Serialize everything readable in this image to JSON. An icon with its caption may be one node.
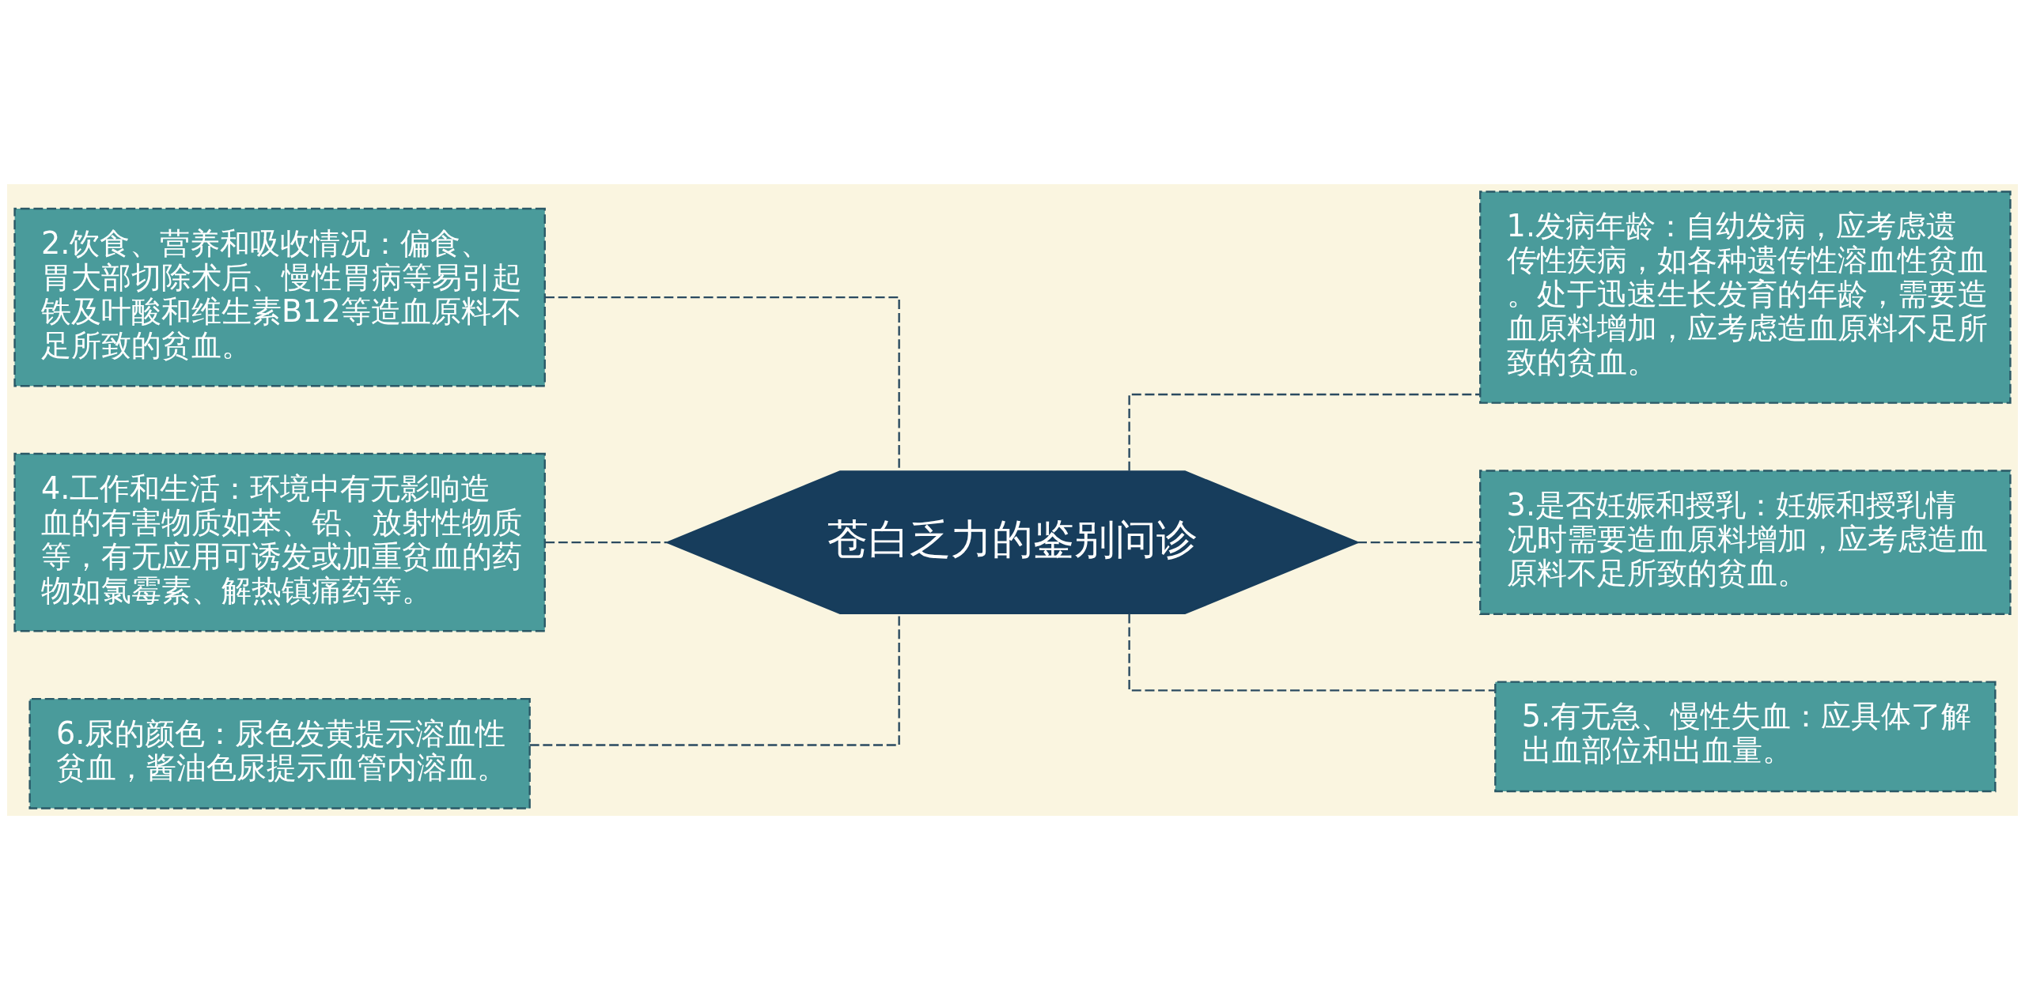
{
  "diagram": {
    "nodes": [
      {
        "text": [
          "苍白乏力的鉴别问诊"
        ]
      },
      {
        "text": [
          "1.发病年龄：自幼发病，应考虑遗传性疾病，如各种遗传性溶血性贫血。处于迅速生长发育的年龄，需要造血原料增加，应考虑造血原料不足所致的贫血。"
        ]
      },
      {
        "text": [
          "2.饮食、营养和吸收情况：偏食、胃大部切除术后、慢性胃病等易引起铁及叶酸和维生素B12等造血原料不足所致的贫血。"
        ]
      },
      {
        "text": [
          "3.是否妊娠和授乳：妊娠和授乳情况时需要造血原料增加，应考虑造血原料不足所致的贫血。"
        ]
      },
      {
        "text": [
          "4.工作和生活：环境中有无影响造血的有害物质如苯、铅、放射性物质等，有无应用可诱发或加重贫血的药物如氯霉素、解热镇痛药等。"
        ]
      },
      {
        "text": [
          "5.有无急、慢性失血：应具体了解出血部位和出血量。"
        ]
      },
      {
        "text": [
          "6.尿的颜色：尿色发黄提示溶血性贫血，酱油色尿提示血管内溶血。"
        ]
      }
    ],
    "edges": [
      {
        "from": 0,
        "to": 1,
        "arrow": "none",
        "style": "dashed"
      },
      {
        "from": 0,
        "to": 2,
        "arrow": "none",
        "style": "dashed"
      },
      {
        "from": 0,
        "to": 3,
        "arrow": "none",
        "style": "dashed"
      },
      {
        "from": 0,
        "to": 4,
        "arrow": "none",
        "style": "dashed"
      },
      {
        "from": 0,
        "to": 5,
        "arrow": "none",
        "style": "dashed"
      },
      {
        "from": 0,
        "to": 6,
        "arrow": "none",
        "style": "dashed"
      }
    ]
  }
}
